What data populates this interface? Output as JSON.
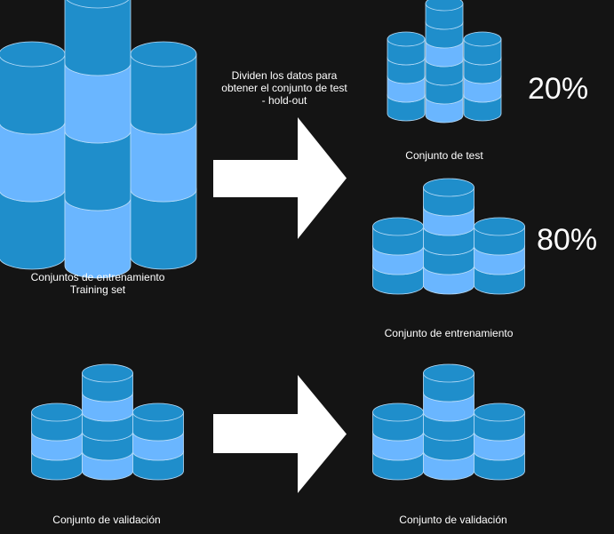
{
  "diagram": {
    "colors": {
      "background": "#141414",
      "dark_blue": "#1f8ecb",
      "light_blue": "#6ab6ff",
      "stroke": "#b9dcf8",
      "arrow": "#ffffff"
    },
    "labels": {
      "training_sets": "Conjuntos de entrenamiento",
      "training_set_en": "Training set",
      "split_line1": "Dividen los datos para",
      "split_line2": "obtener el conjunto de test",
      "split_line3": "- hold-out",
      "test_set": "Conjunto de test",
      "train_set": "Conjunto de entrenamiento",
      "validation_left": "Conjunto de validación",
      "validation_right": "Conjunto de validación"
    },
    "percentages": {
      "test": "20%",
      "train": "80%"
    }
  }
}
